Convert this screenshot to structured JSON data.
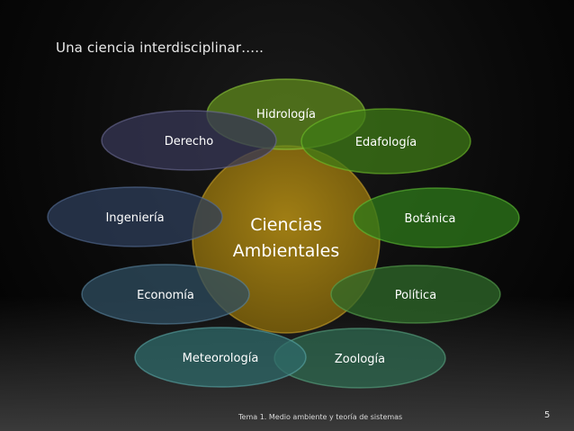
{
  "slide": {
    "title": "Una ciencia interdisciplinar…..",
    "footer": "Tema 1. Medio ambiente y teoría de sistemas",
    "page_number": "5"
  },
  "diagram": {
    "center": {
      "label_line1": "Ciencias",
      "label_line2": "Ambientales",
      "color": "#8a6d12"
    },
    "nodes": [
      {
        "label": "Hidrología",
        "color": "#5f8a1c"
      },
      {
        "label": "Edafología",
        "color": "#3e7a16"
      },
      {
        "label": "Botánica",
        "color": "#2e7a1a"
      },
      {
        "label": "Política",
        "color": "#2f6a2a"
      },
      {
        "label": "Zoología",
        "color": "#2f6a50"
      },
      {
        "label": "Meteorología",
        "color": "#2f6a6a"
      },
      {
        "label": "Economía",
        "color": "#2f4e60"
      },
      {
        "label": "Ingeniería",
        "color": "#2e3e5a"
      },
      {
        "label": "Derecho",
        "color": "#373755"
      }
    ]
  }
}
